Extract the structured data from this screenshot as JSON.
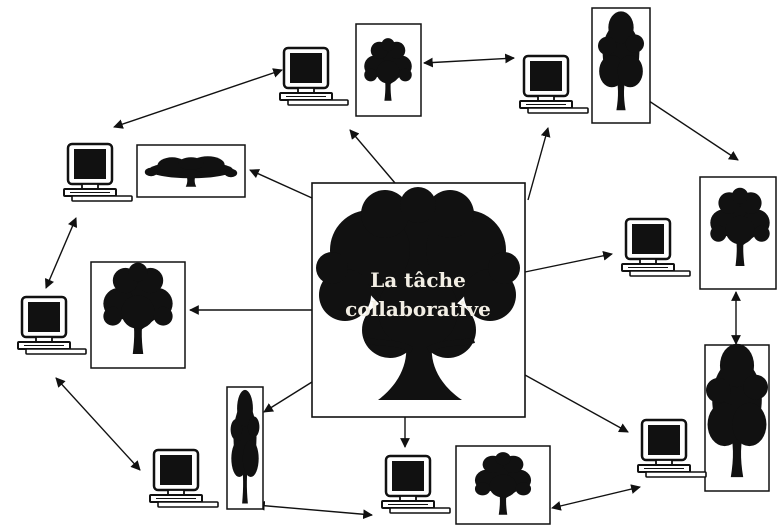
{
  "center": {
    "label_line1": "La tâche",
    "label_line2": "collaborative"
  },
  "nodes": [
    {
      "id": "computer-top-left",
      "tree": "tree-top-left"
    },
    {
      "id": "computer-top-right",
      "tree": "tree-top-right"
    },
    {
      "id": "computer-upper-left",
      "tree": "tree-upper-left"
    },
    {
      "id": "computer-middle-left",
      "tree": "tree-middle-left"
    },
    {
      "id": "computer-right",
      "tree": "tree-right"
    },
    {
      "id": "computer-bottom-left",
      "tree": "tree-bottom-left"
    },
    {
      "id": "computer-bottom-center",
      "tree": "tree-bottom-center"
    },
    {
      "id": "computer-bottom-right",
      "tree": "tree-bottom-right"
    }
  ],
  "colors": {
    "ink": "#111111",
    "label": "#f2eee4",
    "background": "#ffffff"
  }
}
